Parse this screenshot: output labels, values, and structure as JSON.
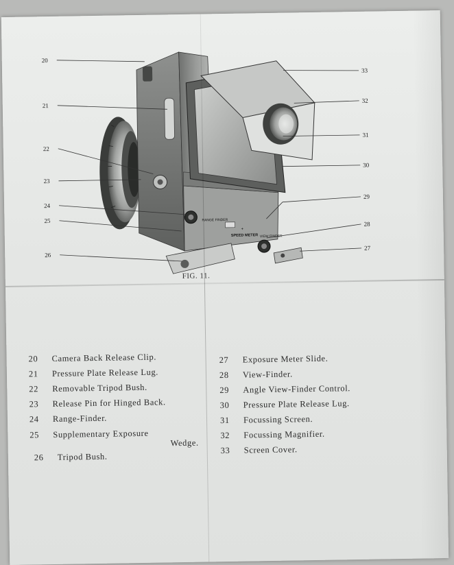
{
  "figure": {
    "caption": "FIG. 11.",
    "callouts_left": [
      "20",
      "21",
      "22",
      "23",
      "24",
      "25",
      "26"
    ],
    "callouts_right": [
      "33",
      "32",
      "31",
      "30",
      "29",
      "28",
      "27"
    ],
    "camera_labels": {
      "speed": "SPEED METER",
      "range": "RANGE FINDER",
      "view": "VIEW FINDER",
      "sign": "+"
    }
  },
  "legend_left": [
    {
      "num": "20",
      "text": "Camera Back Release Clip."
    },
    {
      "num": "21",
      "text": "Pressure Plate Release Lug."
    },
    {
      "num": "22",
      "text": "Removable Tripod Bush."
    },
    {
      "num": "23",
      "text": "Release Pin for Hinged Back."
    },
    {
      "num": "24",
      "text": "Range-Finder."
    },
    {
      "num": "25",
      "text": "Supplementary Exposure",
      "cont": "Wedge."
    },
    {
      "num": "26",
      "text": "Tripod Bush."
    }
  ],
  "legend_right": [
    {
      "num": "27",
      "text": "Exposure Meter Slide."
    },
    {
      "num": "28",
      "text": "View-Finder."
    },
    {
      "num": "29",
      "text": "Angle View-Finder Control."
    },
    {
      "num": "30",
      "text": "Pressure Plate Release Lug."
    },
    {
      "num": "31",
      "text": "Focussing Screen."
    },
    {
      "num": "32",
      "text": "Focussing Magnifier."
    },
    {
      "num": "33",
      "text": "Screen Cover."
    }
  ]
}
